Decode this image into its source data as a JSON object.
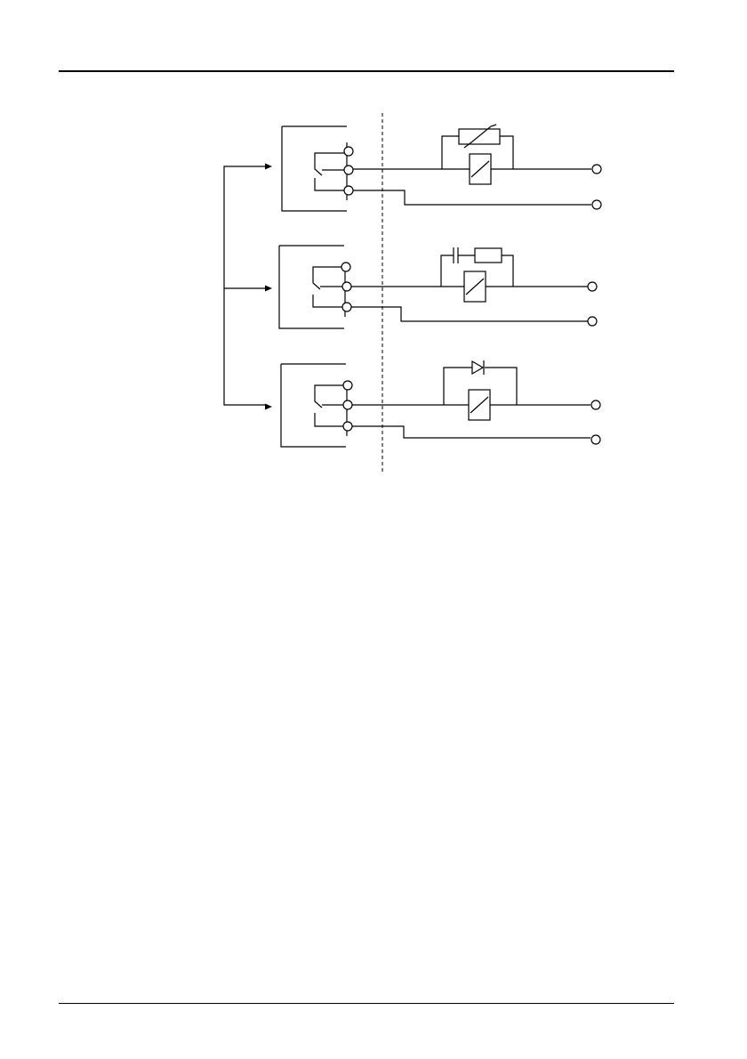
{
  "page": {
    "header_rule": "header-divider",
    "footer_rule": "footer-divider"
  },
  "diagram": {
    "description_type": "relay output suppression circuits",
    "circuits": [
      {
        "id": "circuit-1",
        "suppressor": "varistor"
      },
      {
        "id": "circuit-2",
        "suppressor": "rc-snubber"
      },
      {
        "id": "circuit-3",
        "suppressor": "flyback-diode"
      }
    ],
    "separator": "dashed-vertical-line"
  }
}
